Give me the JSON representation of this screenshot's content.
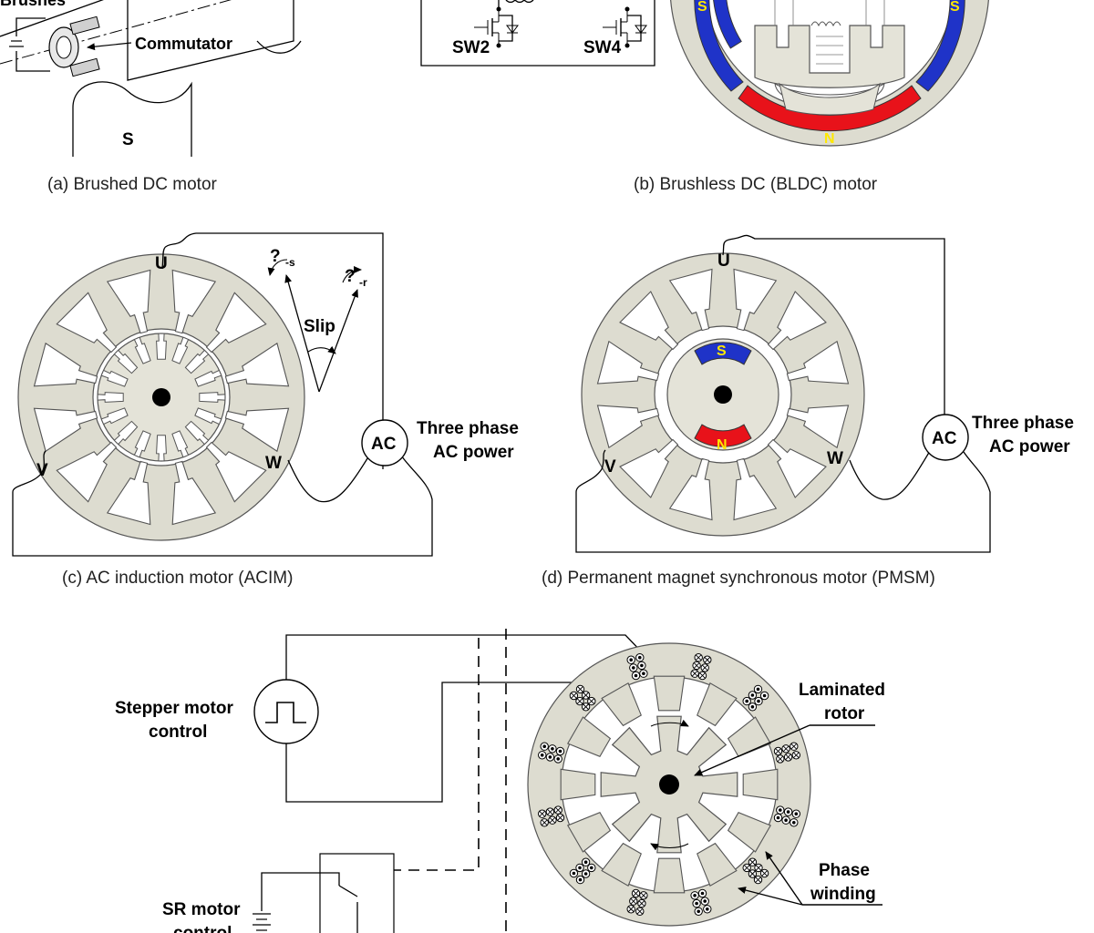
{
  "panel_a": {
    "caption": "(a) Brushed DC motor",
    "brushes_label": "Brushes",
    "commutator_label": "Commutator",
    "pole_s": "S"
  },
  "panel_b": {
    "caption": "(b) Brushless DC (BLDC) motor",
    "sw2": "SW2",
    "sw4": "SW4",
    "magnet_s_left": "S",
    "magnet_s_right": "S",
    "magnet_n": "N"
  },
  "panel_c": {
    "caption": "(c) AC induction motor (ACIM)",
    "phase_u": "U",
    "phase_v": "V",
    "phase_w": "W",
    "omega_s": "?",
    "omega_s_sub": "-s",
    "omega_r": "?",
    "omega_r_sub": "-r",
    "slip": "Slip",
    "ac": "AC",
    "power_line1": "Three phase",
    "power_line2": "AC power"
  },
  "panel_d": {
    "caption": "(d) Permanent magnet synchronous motor (PMSM)",
    "phase_u": "U",
    "phase_v": "V",
    "phase_w": "W",
    "magnet_s": "S",
    "magnet_n": "N",
    "ac": "AC",
    "power_line1": "Three phase",
    "power_line2": "AC power"
  },
  "panel_e": {
    "stepper_line1": "Stepper motor",
    "stepper_line2": "control",
    "sr_line1": "SR motor",
    "sr_line2": "control",
    "laminated_line1": "Laminated",
    "laminated_line2": "rotor",
    "phase_line1": "Phase",
    "phase_line2": "winding"
  },
  "colors": {
    "steel": "#dddcd0",
    "magnet_red": "#e8121a",
    "magnet_blue": "#1f33c8",
    "pole_letter_yellow": "#ffe800"
  }
}
